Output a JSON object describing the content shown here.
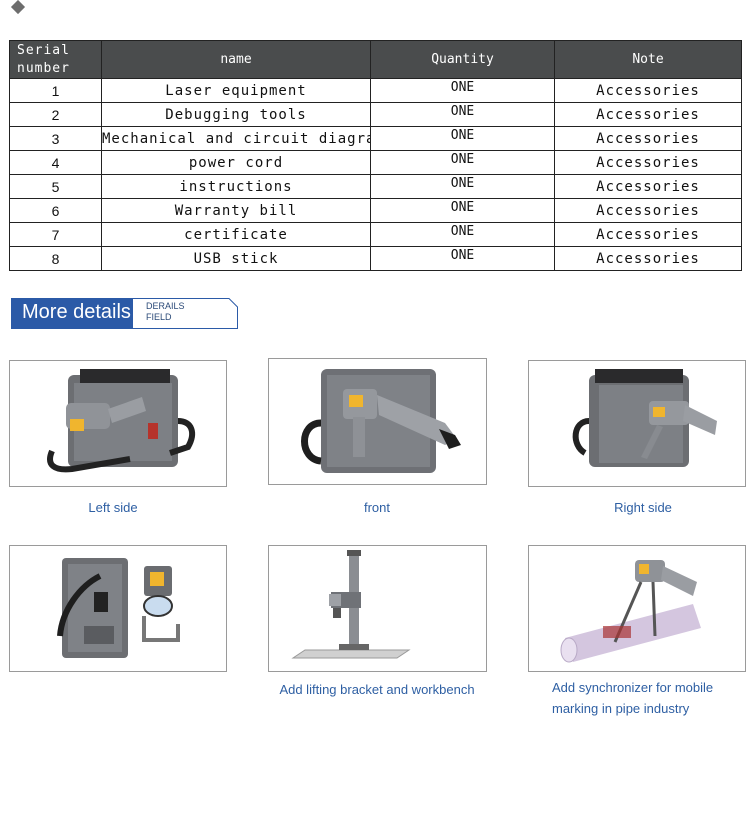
{
  "table": {
    "headers": {
      "serial": "Serial number",
      "name": "name",
      "quantity": "Quantity",
      "note": "Note"
    },
    "rows": [
      {
        "serial": "1",
        "name": "Laser equipment",
        "quantity": "ONE",
        "note": "Accessories"
      },
      {
        "serial": "2",
        "name": "Debugging tools",
        "quantity": "ONE",
        "note": "Accessories"
      },
      {
        "serial": "3",
        "name": "Mechanical and circuit diagram",
        "quantity": "ONE",
        "note": "Accessories"
      },
      {
        "serial": "4",
        "name": "power cord",
        "quantity": "ONE",
        "note": "Accessories"
      },
      {
        "serial": "5",
        "name": "instructions",
        "quantity": "ONE",
        "note": "Accessories"
      },
      {
        "serial": "6",
        "name": "Warranty bill",
        "quantity": "ONE",
        "note": "Accessories"
      },
      {
        "serial": "7",
        "name": "certificate",
        "quantity": "ONE",
        "note": "Accessories"
      },
      {
        "serial": "8",
        "name": "USB stick",
        "quantity": "ONE",
        "note": "Accessories"
      }
    ]
  },
  "banner": {
    "title": "More details",
    "sub_line1": "DERAILS",
    "sub_line2": "FIELD"
  },
  "gallery": [
    {
      "caption": "Left side"
    },
    {
      "caption": "front"
    },
    {
      "caption": "Right side"
    },
    {
      "caption": ""
    },
    {
      "caption": "Add lifting bracket and workbench"
    },
    {
      "caption": "Add synchronizer for mobile marking in pipe industry"
    }
  ],
  "colors": {
    "header_bg": "#4a4c4d",
    "banner_blue": "#2b5aa7",
    "caption_blue": "#2e5fa3",
    "laser_yellow": "#f0b52e"
  }
}
